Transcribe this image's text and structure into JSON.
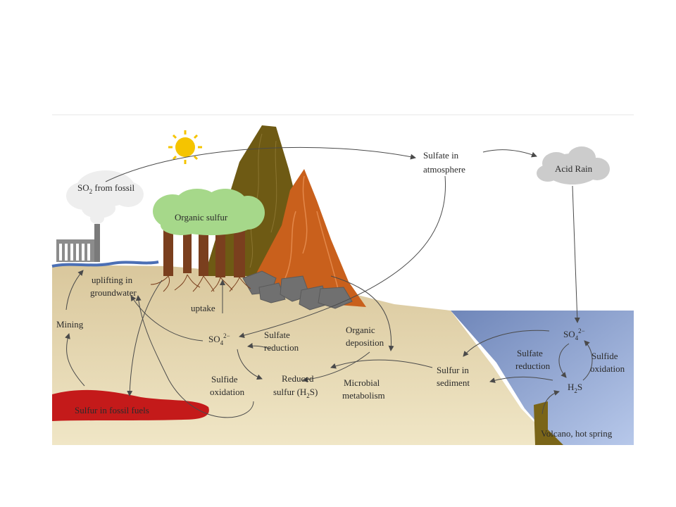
{
  "labels": {
    "so2_from_fossil": {
      "main": "SO",
      "sub": "2",
      "rest": " from fossil"
    },
    "sulfate_in_atmosphere_1": "Sulfate in",
    "sulfate_in_atmosphere_2": "atmosphere",
    "acid_rain": "Acid Rain",
    "organic_sulfur": "Organic sulfur",
    "uplifting_1": "uplifting in",
    "uplifting_2": "groundwater",
    "uptake": "uptake",
    "mining": "Mining",
    "so4_land": {
      "main": "SO",
      "sub": "4",
      "sup": "2−"
    },
    "sulfate_reduction_land_1": "Sulfate",
    "sulfate_reduction_land_2": "reduction",
    "organic_deposition_1": "Organic",
    "organic_deposition_2": "deposition",
    "sulfide_oxidation_land_1": "Sulfide",
    "sulfide_oxidation_land_2": "oxidation",
    "reduced_sulfur_1": "Reduced",
    "reduced_sulfur_2": {
      "main": "sulfur (H",
      "sub": "2",
      "rest": "S)"
    },
    "microbial_1": "Microbial",
    "microbial_2": "metabolism",
    "sulfur_in_sediment_1": "Sulfur in",
    "sulfur_in_sediment_2": "sediment",
    "sulfur_in_fossil_fuels": "Sulfur in fossil fuels",
    "so4_ocean": {
      "main": "SO",
      "sub": "4",
      "sup": "2−"
    },
    "sulfate_reduction_ocean_1": "Sulfate",
    "sulfate_reduction_ocean_2": "reduction",
    "sulfide_oxidation_ocean_1": "Sulfide",
    "sulfide_oxidation_ocean_2": "oxidation",
    "h2s_ocean": {
      "main": "H",
      "sub": "2",
      "rest": "S"
    },
    "volcano_hot_spring": "Volcano, hot spring"
  },
  "colors": {
    "sky": "#ffffff",
    "ground": "#e8d9b0",
    "ocean": "#9fb2d9",
    "fossil_fuel": "#c41a1a",
    "mountain_dark": "#6e5a14",
    "mountain_orange": "#c9601c",
    "foliage": "#a6d88a",
    "trunk": "#7a3f1e",
    "rock": "#707070",
    "cloud": "#cccccc",
    "sun": "#f5c400"
  }
}
